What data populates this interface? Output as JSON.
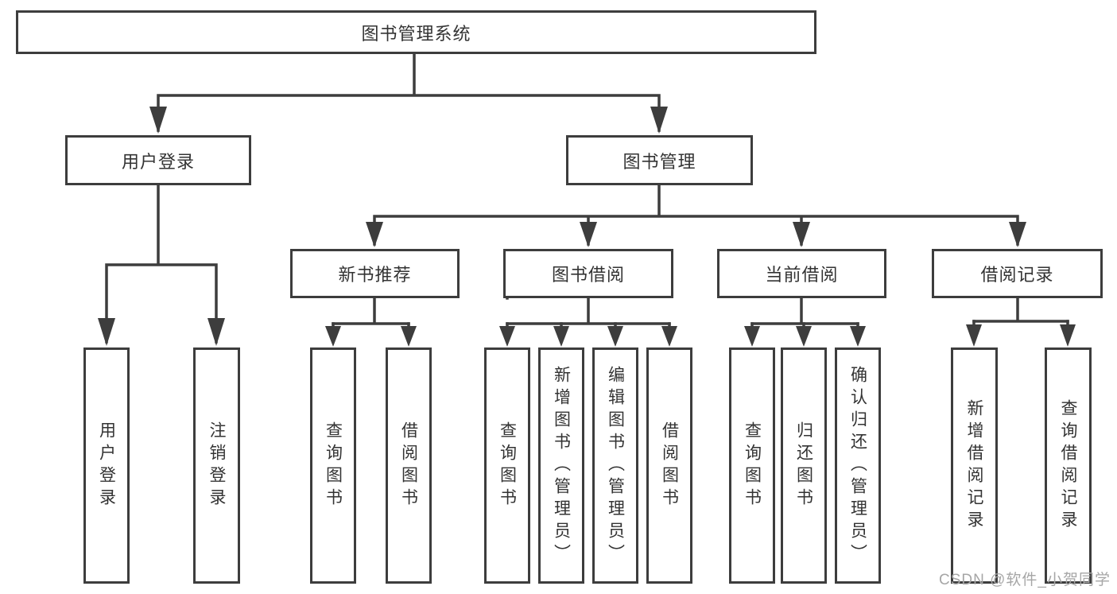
{
  "colors": {
    "line": "#3d3d3d",
    "text": "#333333",
    "background": "#ffffff",
    "watermark": "#a6a6a6"
  },
  "tree": {
    "root": {
      "label": "图书管理系统"
    },
    "branches": [
      {
        "label": "用户登录",
        "children": [
          {
            "label": "用户登录"
          },
          {
            "label": "注销登录"
          }
        ]
      },
      {
        "label": "图书管理",
        "groups": [
          {
            "label": "新书推荐",
            "children": [
              {
                "label": "查询图书"
              },
              {
                "label": "借阅图书"
              }
            ]
          },
          {
            "label": "图书借阅",
            "children": [
              {
                "label": "查询图书"
              },
              {
                "label": "新增图书（管理员）"
              },
              {
                "label": "编辑图书（管理员）"
              },
              {
                "label": "借阅图书"
              }
            ]
          },
          {
            "label": "当前借阅",
            "children": [
              {
                "label": "查询图书"
              },
              {
                "label": "归还图书"
              },
              {
                "label": "确认归还（管理员）"
              }
            ]
          },
          {
            "label": "借阅记录",
            "children": [
              {
                "label": "新增借阅记录"
              },
              {
                "label": "查询借阅记录"
              }
            ]
          }
        ]
      }
    ]
  },
  "watermark": {
    "text": "CSDN @软件_小贺同学"
  }
}
